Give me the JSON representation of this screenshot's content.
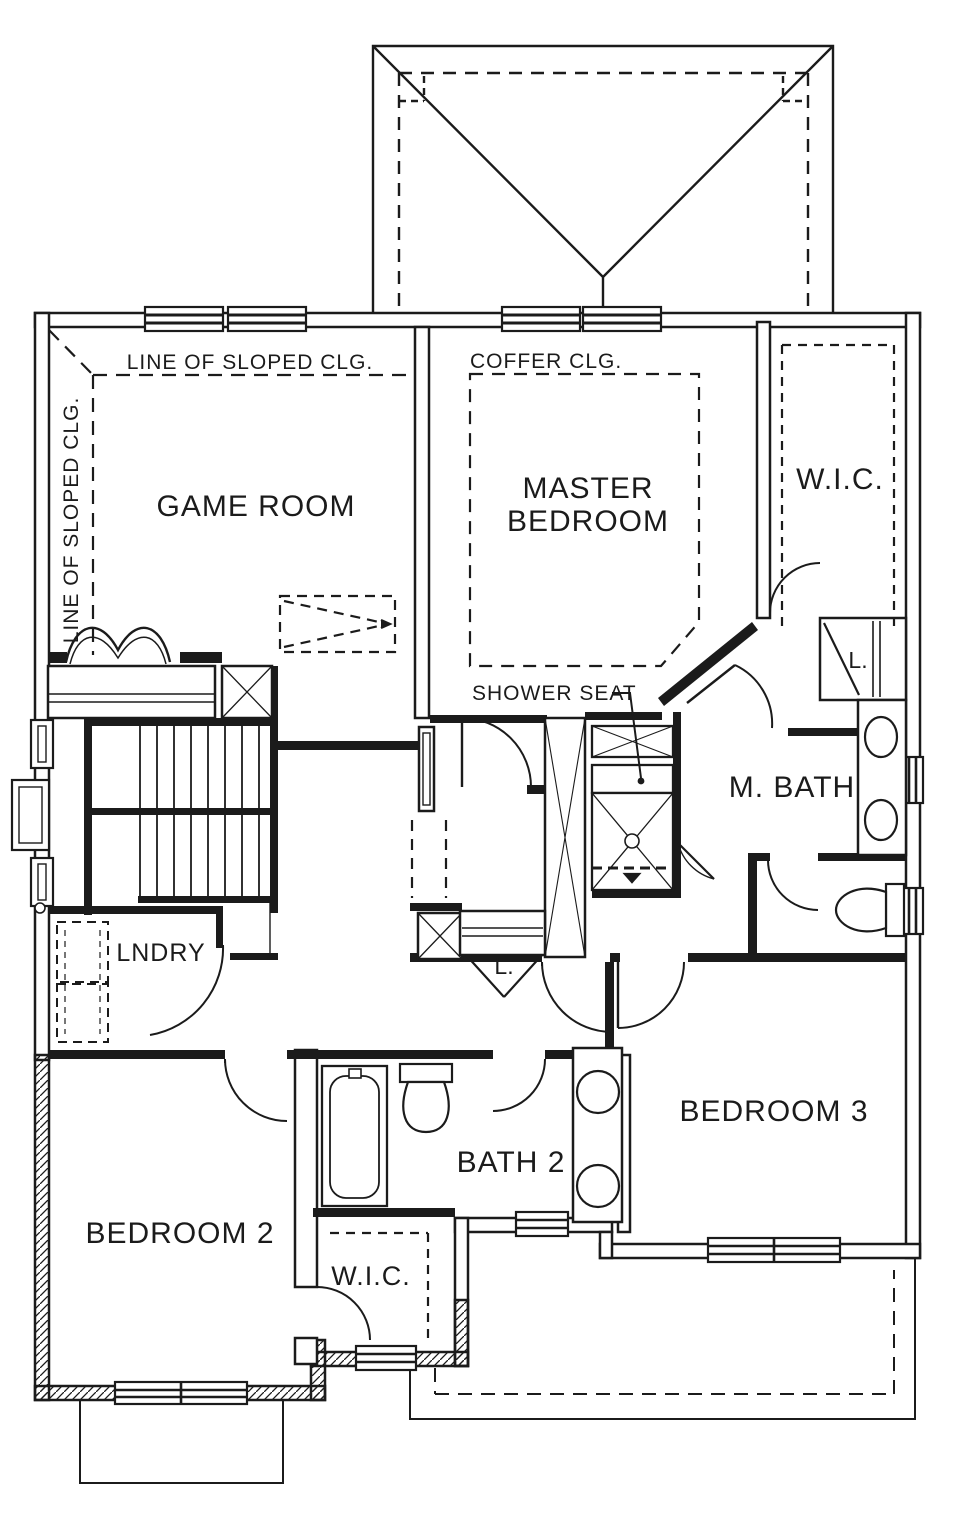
{
  "plan": {
    "type": "floor-plan",
    "rooms": {
      "game_room": "GAME ROOM",
      "master_bedroom_line1": "MASTER",
      "master_bedroom_line2": "BEDROOM",
      "wic_master": "W.I.C.",
      "m_bath": "M. BATH",
      "lndry": "LNDRY",
      "bedroom2": "BEDROOM 2",
      "bath2": "BATH 2",
      "wic_bottom": "W.I.C.",
      "bedroom3": "BEDROOM 3",
      "linen_master": "L.",
      "linen_hall": "L."
    },
    "annotations": {
      "sloped_clg_top": "LINE OF SLOPED CLG.",
      "sloped_clg_left": "LINE OF SLOPED CLG.",
      "coffer_clg": "COFFER CLG.",
      "shower_seat": "SHOWER SEAT"
    },
    "colors": {
      "line": "#1b1b1b",
      "background": "#ffffff"
    }
  }
}
